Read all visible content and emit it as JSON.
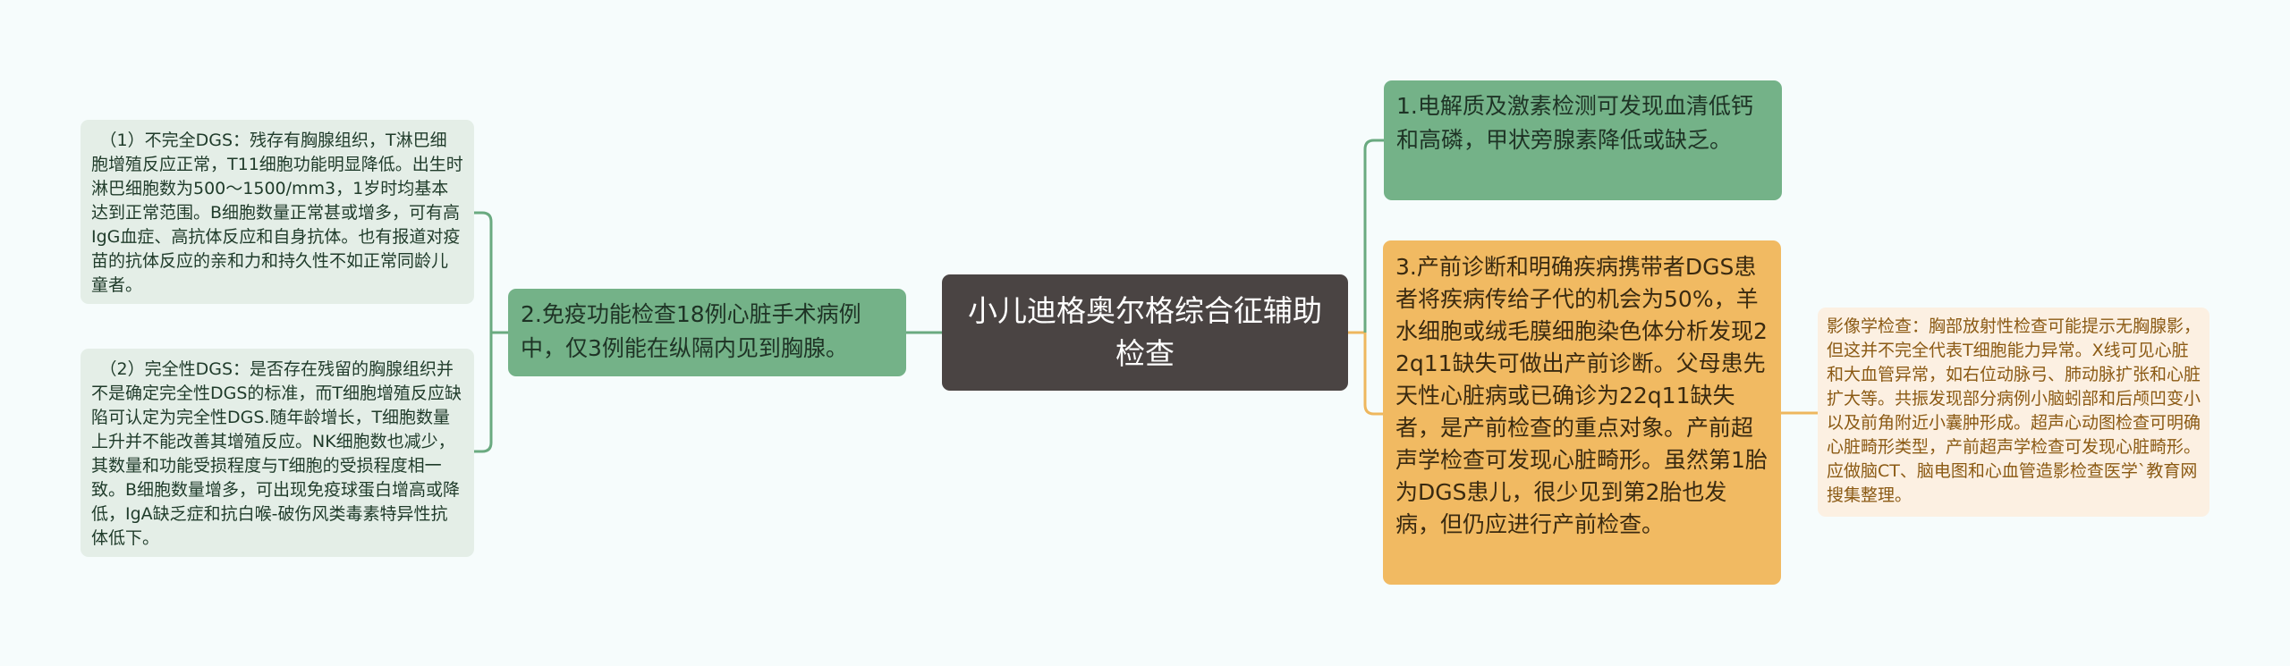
{
  "colors": {
    "background": "#f6fcfc",
    "center_fill": "#4a4443",
    "green_branch_fill": "#74b288",
    "green_leaf_fill": "#e4eee7",
    "orange_branch_fill": "#f1ba62",
    "orange_leaf_fill": "#fcf0e2",
    "green_link": "#6aaa80",
    "orange_link": "#eeb75e"
  },
  "center": {
    "title": "小儿迪格奥尔格综合征辅助检查"
  },
  "left": {
    "branch": {
      "text": "2.免疫功能检查18例心脏手术病例中，仅3例能在纵隔内见到胸腺。",
      "children": [
        {
          "text": "（1）不完全DGS：残存有胸腺组织，T淋巴细胞增殖反应正常，T11细胞功能明显降低。出生时淋巴细胞数为500～1500/mm3，1岁时均基本达到正常范围。B细胞数量正常甚或增多，可有高IgG血症、高抗体反应和自身抗体。也有报道对疫苗的抗体反应的亲和力和持久性不如正常同龄儿童者。"
        },
        {
          "text": "（2）完全性DGS：是否存在残留的胸腺组织并不是确定完全性DGS的标准，而T细胞增殖反应缺陷可认定为完全性DGS.随年龄增长，T细胞数量上升并不能改善其增殖反应。NK细胞数也减少，其数量和功能受损程度与T细胞的受损程度相一致。B细胞数量增多，可出现免疫球蛋白增高或降低，IgA缺乏症和抗白喉-破伤风类毒素特异性抗体低下。"
        }
      ]
    }
  },
  "right": {
    "branches": [
      {
        "text": "1.电解质及激素检测可发现血清低钙和高磷，甲状旁腺素降低或缺乏。"
      },
      {
        "text": "3.产前诊断和明确疾病携带者DGS患者将疾病传给子代的机会为50%，羊水细胞或绒毛膜细胞染色体分析发现22q11缺失可做出产前诊断。父母患先天性心脏病或已确诊为22q11缺失者，是产前检查的重点对象。产前超声学检查可发现心脏畸形。虽然第1胎为DGS患儿，很少见到第2胎也发病，但仍应进行产前检查。",
        "children": [
          {
            "text": "影像学检查：胸部放射性检查可能提示无胸腺影，但这并不完全代表T细胞能力异常。X线可见心脏和大血管异常，如右位动脉弓、肺动脉扩张和心脏扩大等。共振发现部分病例小脑蚓部和后颅凹变小以及前角附近小囊肿形成。超声心动图检查可明确心脏畸形类型，产前超声学检查可发现心脏畸形。应做脑CT、脑电图和心血管造影检查医学`教育网搜集整理。"
          }
        ]
      }
    ]
  }
}
